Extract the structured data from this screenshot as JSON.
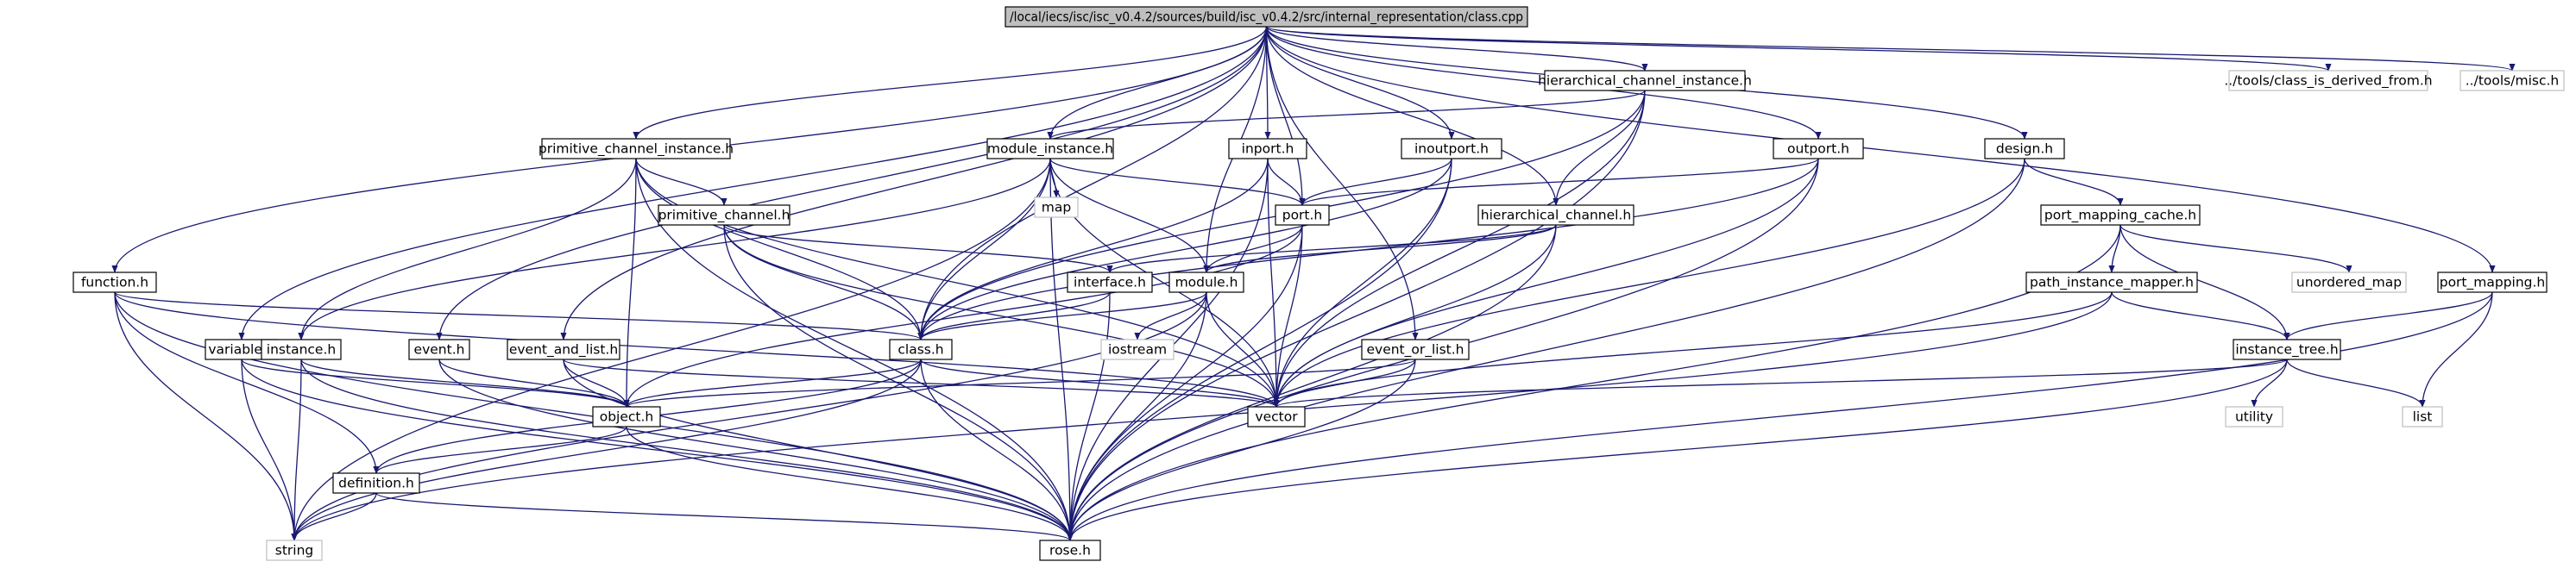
{
  "nodes": {
    "root": "/local/iecs/isc/isc_v0.4.2/sources/build/isc_v0.4.2/src/internal_representation/class.cpp",
    "hierarchical_channel_instance": "hierarchical_channel_instance.h",
    "class_is_derived_from": "../tools/class_is_derived_from.h",
    "misc": "../tools/misc.h",
    "primitive_channel_instance": "primitive_channel_instance.h",
    "module_instance": "module_instance.h",
    "inport": "inport.h",
    "inoutport": "inoutport.h",
    "outport": "outport.h",
    "design": "design.h",
    "map": "map",
    "port": "port.h",
    "primitive_channel": "primitive_channel.h",
    "hierarchical_channel": "hierarchical_channel.h",
    "port_mapping_cache": "port_mapping_cache.h",
    "function": "function.h",
    "interface": "interface.h",
    "module": "module.h",
    "path_instance_mapper": "path_instance_mapper.h",
    "unordered_map": "unordered_map",
    "port_mapping": "port_mapping.h",
    "variable": "variable.h",
    "instance": "instance.h",
    "event": "event.h",
    "event_and_list": "event_and_list.h",
    "class": "class.h",
    "iostream": "iostream",
    "event_or_list": "event_or_list.h",
    "instance_tree": "instance_tree.h",
    "object": "object.h",
    "vector": "vector",
    "utility": "utility",
    "list": "list",
    "definition": "definition.h",
    "string": "string",
    "rose": "rose.h"
  }
}
